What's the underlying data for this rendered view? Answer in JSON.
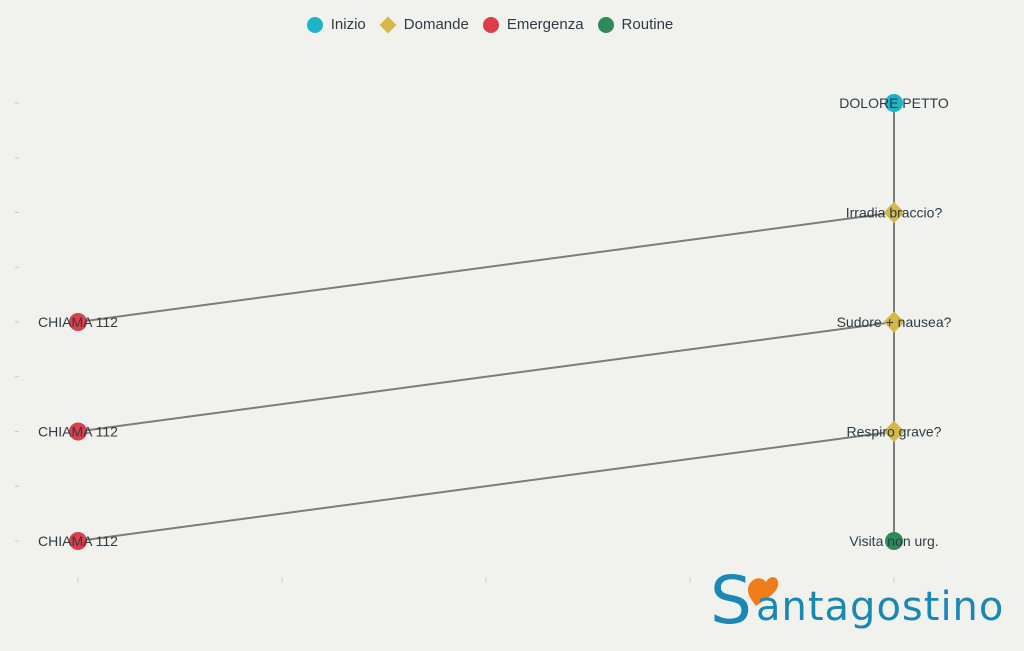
{
  "legend": [
    {
      "label": "Inizio",
      "shape": "circle",
      "color": "#1fb3c8"
    },
    {
      "label": "Domande",
      "shape": "diamond",
      "color": "#d6b84a"
    },
    {
      "label": "Emergenza",
      "shape": "circle",
      "color": "#d9404a"
    },
    {
      "label": "Routine",
      "shape": "circle",
      "color": "#2e8b57"
    }
  ],
  "colors": {
    "background": "#f1f2ed",
    "edge": "#7d7d75",
    "text": "#2d3b45",
    "brand_blue": "#1a88b5",
    "brand_orange": "#ef7d1a"
  },
  "nodes": [
    {
      "id": "start",
      "label": "DOLORE PETTO",
      "type": "Inizio",
      "col": 1,
      "row": 0
    },
    {
      "id": "q1",
      "label": "Irradia braccio?",
      "type": "Domande",
      "col": 1,
      "row": 1
    },
    {
      "id": "q2",
      "label": "Sudore + nausea?",
      "type": "Domande",
      "col": 1,
      "row": 2
    },
    {
      "id": "q3",
      "label": "Respiro grave?",
      "type": "Domande",
      "col": 1,
      "row": 3
    },
    {
      "id": "routine",
      "label": "Visita non urg.",
      "type": "Routine",
      "col": 1,
      "row": 4
    },
    {
      "id": "e1",
      "label": "CHIAMA 112",
      "type": "Emergenza",
      "col": 0,
      "row": 2
    },
    {
      "id": "e2",
      "label": "CHIAMA 112",
      "type": "Emergenza",
      "col": 0,
      "row": 3
    },
    {
      "id": "e3",
      "label": "CHIAMA 112",
      "type": "Emergenza",
      "col": 0,
      "row": 4
    }
  ],
  "edges": [
    [
      "start",
      "q1"
    ],
    [
      "q1",
      "q2"
    ],
    [
      "q2",
      "q3"
    ],
    [
      "q3",
      "routine"
    ],
    [
      "q1",
      "e1"
    ],
    [
      "q2",
      "e2"
    ],
    [
      "q3",
      "e3"
    ]
  ],
  "logo": {
    "initial": "S",
    "rest": "antagostino"
  }
}
